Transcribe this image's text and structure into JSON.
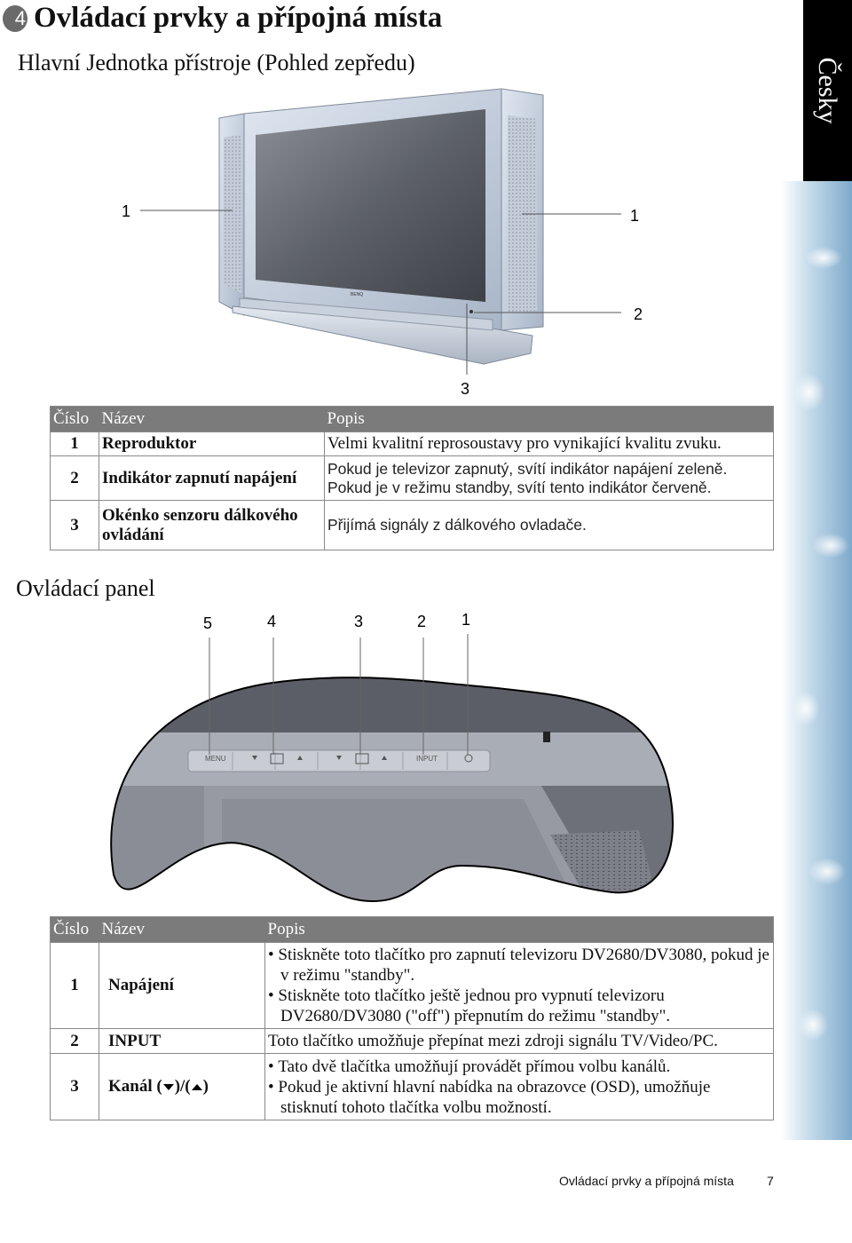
{
  "header": {
    "chapter_number": "4",
    "title": "Ovládací prvky a přípojná místa",
    "subtitle": "Hlavní Jednotka přístroje (Pohled zepředu)",
    "language_tab": "Česky"
  },
  "front_view": {
    "callouts": [
      "1",
      "1",
      "2",
      "3"
    ],
    "brand_mark": "BENQ"
  },
  "table1": {
    "headers": [
      "Číslo",
      "Název",
      "Popis"
    ],
    "rows": [
      {
        "num": "1",
        "name": "Reproduktor",
        "desc": [
          "Velmi kvalitní reprosoustavy pro vynikající kvalitu zvuku."
        ]
      },
      {
        "num": "2",
        "name": "Indikátor zapnutí napájení",
        "desc": [
          "Pokud je televizor zapnutý, svítí indikátor napájení zeleně.",
          "Pokud je v režimu standby, svítí tento indikátor červeně."
        ]
      },
      {
        "num": "3",
        "name": "Okénko senzoru dálkového ovládání",
        "desc": [
          "Přijímá signály z dálkového ovladače."
        ]
      }
    ]
  },
  "panel": {
    "heading": "Ovládací panel",
    "callouts": [
      "5",
      "4",
      "3",
      "2",
      "1"
    ],
    "button_labels": [
      "MENU",
      "INPUT"
    ]
  },
  "table2": {
    "headers": [
      "Číslo",
      "Název",
      "Popis"
    ],
    "rows": [
      {
        "num": "1",
        "name": "Napájení",
        "bullets": [
          "Stiskněte toto tlačítko pro zapnutí televizoru DV2680/DV3080, pokud je v režimu \"standby\".",
          "Stiskněte toto tlačítko ještě jednou pro vypnutí televizoru DV2680/DV3080 (\"off\") přepnutím do režimu \"standby\"."
        ]
      },
      {
        "num": "2",
        "name": "INPUT",
        "text": "Toto tlačítko umožňuje přepínat mezi zdroji signálu TV/Video/PC."
      },
      {
        "num": "3",
        "name_prefix": "Kanál (",
        "name_mid": ")/(",
        "name_suffix": ")",
        "bullets": [
          "Tato dvě tlačítka umožňují provádět přímou volbu kanálů.",
          "Pokud je aktivní hlavní nabídka na obrazovce (OSD), umožňuje stisknutí tohoto tlačítka volbu možností."
        ]
      }
    ]
  },
  "footer": {
    "text": "Ovládací prvky a přípojná místa",
    "page": "7"
  }
}
